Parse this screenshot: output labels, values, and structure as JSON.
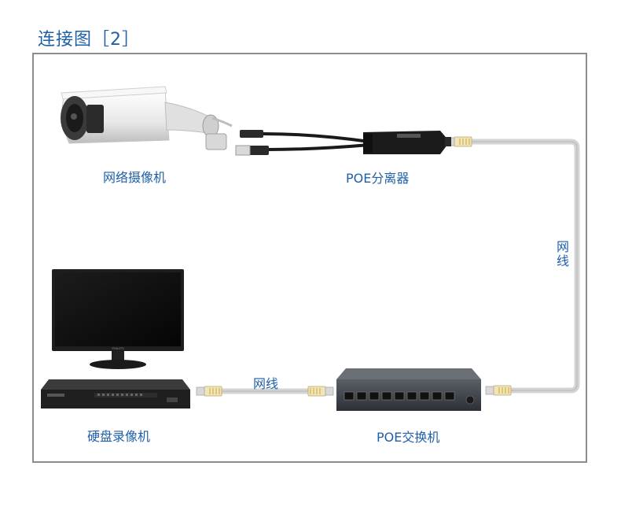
{
  "header": {
    "title": "连接图［2］"
  },
  "devices": {
    "camera": {
      "label": "网络摄像机",
      "icon": "ip-camera-icon"
    },
    "poe_splitter": {
      "label": "POE分离器",
      "icon": "poe-splitter-icon"
    },
    "nvr": {
      "label": "硬盘录像机",
      "icon": "nvr-icon"
    },
    "poe_switch": {
      "label": "POE交换机",
      "icon": "poe-switch-icon"
    },
    "monitor": {
      "icon": "monitor-icon",
      "brand": "PHILIPS"
    }
  },
  "cables": {
    "right_label": "网线",
    "bottom_label": "网线"
  },
  "colors": {
    "accent": "#1f5fa8",
    "frame": "#8c8c8c",
    "cable": "#cfcfcf"
  }
}
